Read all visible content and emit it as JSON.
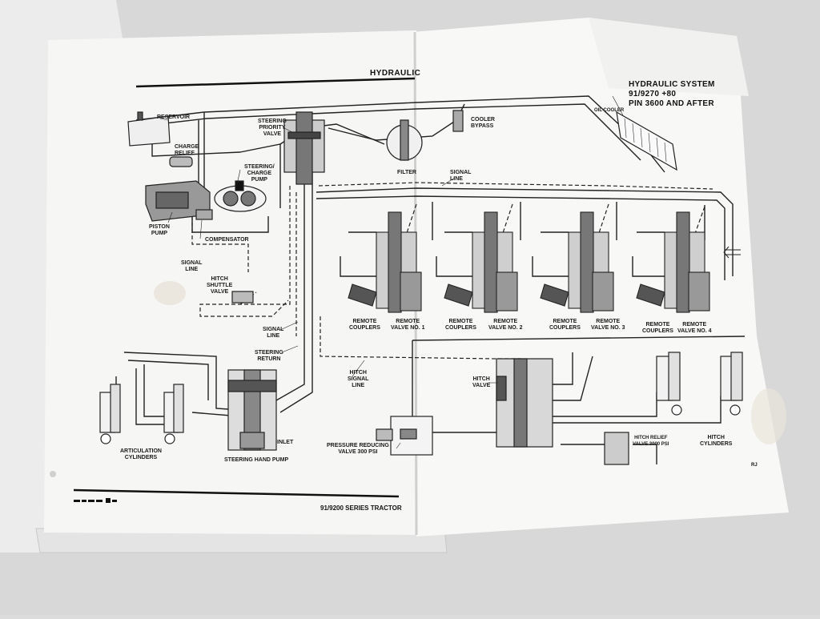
{
  "page": {
    "header_left": "HYDRAULIC",
    "title_right": [
      "HYDRAULIC SYSTEM",
      "91/9270 +80",
      "PIN 3600 AND AFTER"
    ],
    "footer_text": "91/9200 SERIES TRACTOR",
    "corner_mark": "RJ"
  },
  "labels": {
    "reservoir": "RESERVOIR",
    "charge_relief": "CHARGE\nRELIEF",
    "steering_priority_valve": "STEERING\nPRIORITY\nVALVE",
    "steering_charge_pump": "STEERING/\nCHARGE\nPUMP",
    "piston_pump": "PISTON\nPUMP",
    "compensator": "COMPENSATOR",
    "signal_line_1": "SIGNAL\nLINE",
    "hitch_shuttle_valve": "HITCH\nSHUTTLE\nVALVE",
    "filter": "FILTER",
    "cooler_bypass": "COOLER\nBYPASS",
    "signal_line_2": "SIGNAL\nLINE",
    "oil_cooler": "OIL COOLER",
    "remote_couplers_1": "REMOTE\nCOUPLERS",
    "remote_valve_1": "REMOTE\nVALVE NO. 1",
    "remote_couplers_2": "REMOTE\nCOUPLERS",
    "remote_valve_2": "REMOTE\nVALVE NO. 2",
    "remote_couplers_3": "REMOTE\nCOUPLERS",
    "remote_valve_3": "REMOTE\nVALVE NO. 3",
    "remote_couplers_4": "REMOTE\nCOUPLERS",
    "remote_valve_4": "REMOTE\nVALVE NO. 4",
    "signal_line_3": "SIGNAL\nLINE",
    "steering_return": "STEERING\nRETURN",
    "hitch_signal_line": "HITCH\nSIGNAL\nLINE",
    "hitch_valve": "HITCH\nVALVE",
    "articulation_cylinders": "ARTICULATION\nCYLINDERS",
    "steering_hand_pump": "STEERING HAND PUMP",
    "inlet": "INLET",
    "pressure_reducing_valve": "PRESSURE REDUCING\nVALVE 300 PSI",
    "hitch_relief_valve": "HITCH RELIEF\nVALVE 3000 PSI",
    "hitch_cylinders": "HITCH\nCYLINDERS"
  }
}
